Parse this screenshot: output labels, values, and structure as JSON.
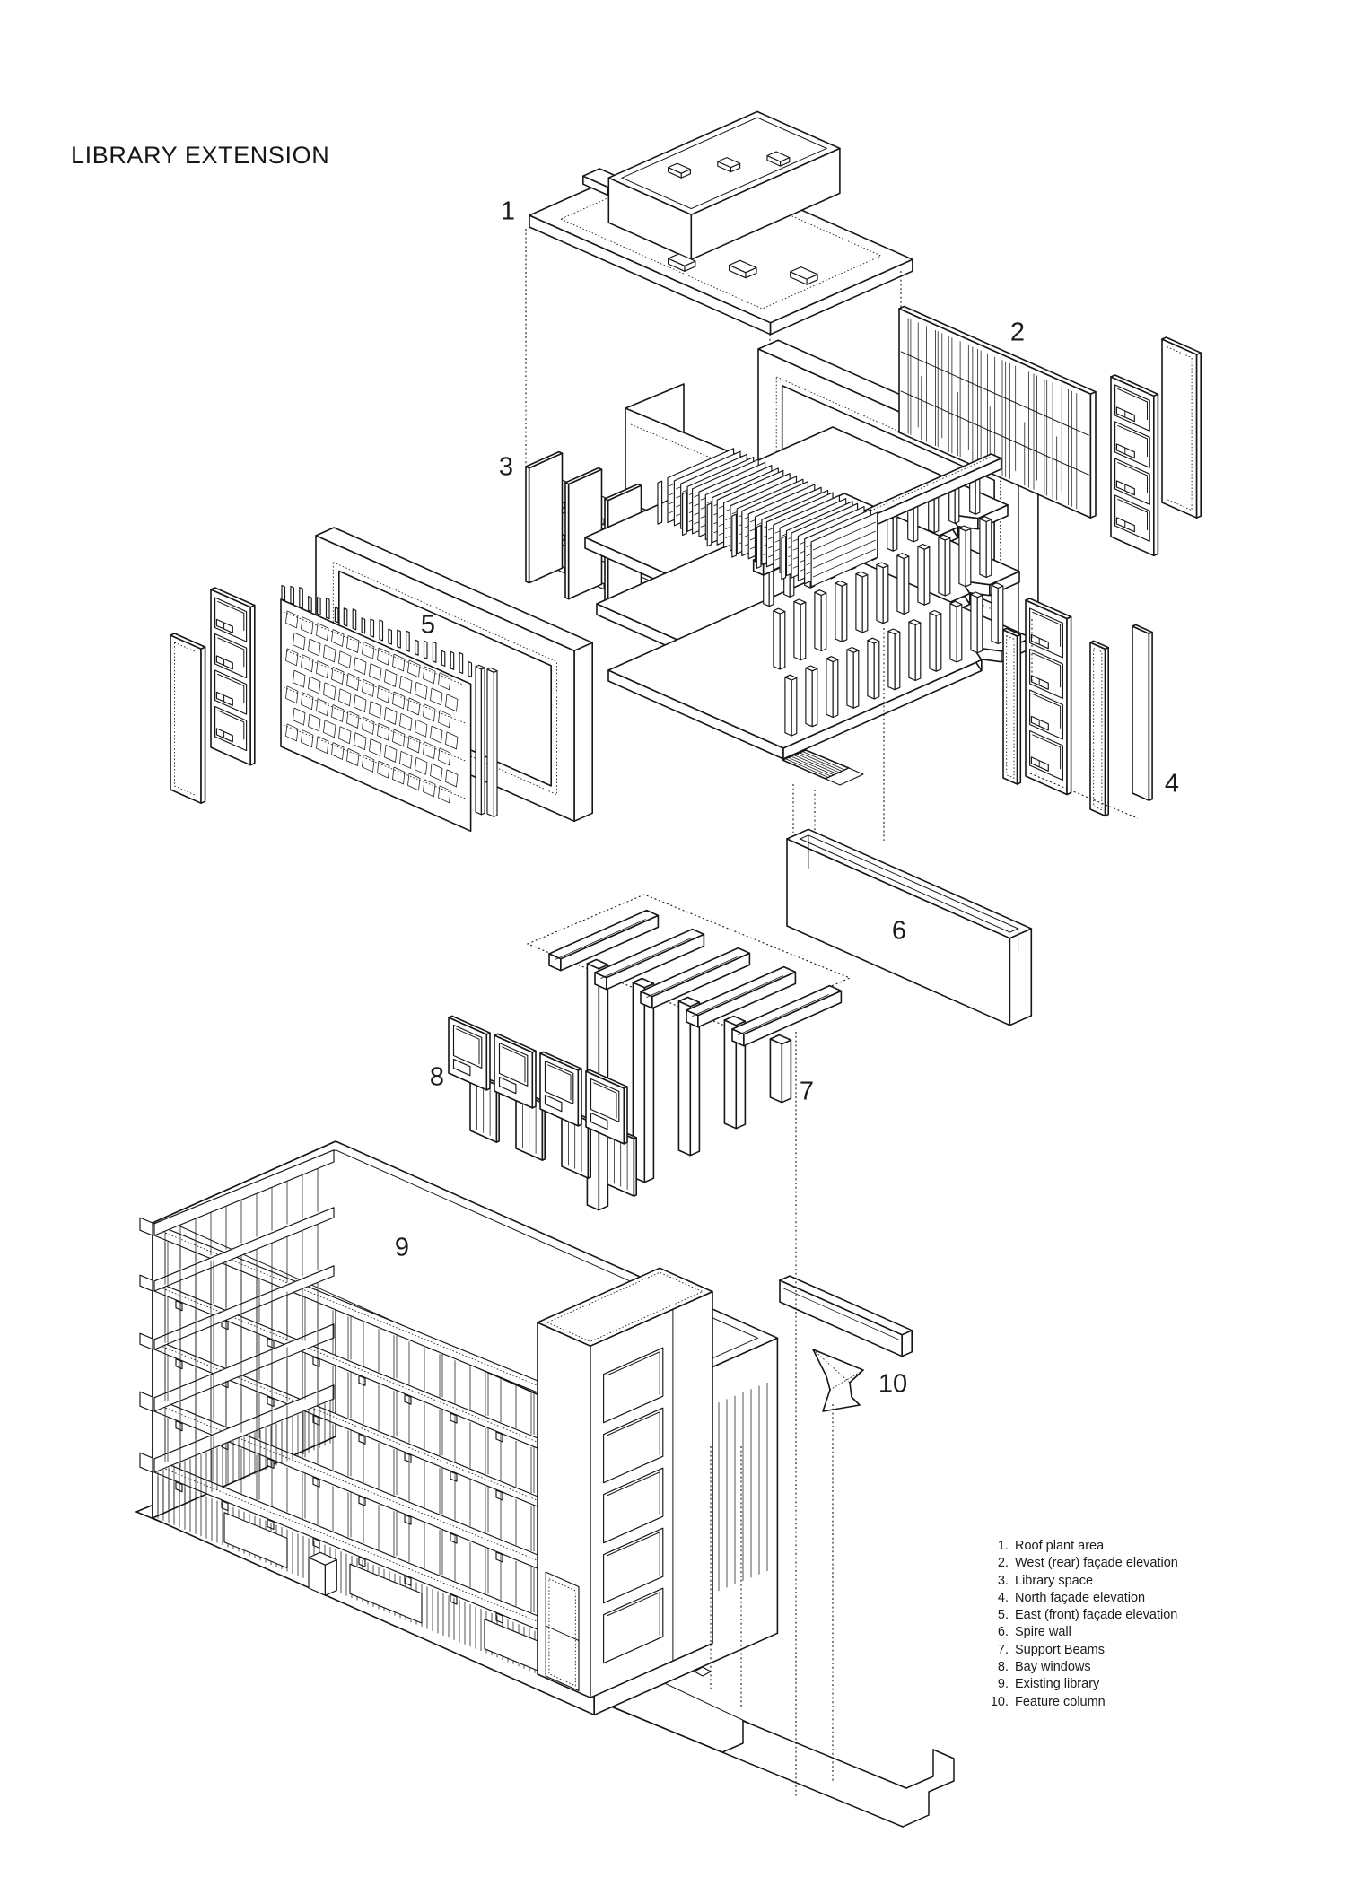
{
  "title": "LIBRARY EXTENSION",
  "drawing": {
    "description": "Exploded axonometric diagram of a library extension",
    "ink_color": "#161616",
    "background_color": "#ffffff",
    "part_labels": [
      {
        "text": "1"
      },
      {
        "text": "2"
      },
      {
        "text": "3"
      },
      {
        "text": "4"
      },
      {
        "text": "5"
      },
      {
        "text": "6"
      },
      {
        "text": "7"
      },
      {
        "text": "8"
      },
      {
        "text": "9"
      },
      {
        "text": "10"
      }
    ]
  },
  "legend": {
    "items": [
      {
        "num": "1.",
        "label": "Roof plant area"
      },
      {
        "num": "2.",
        "label": "West (rear) façade elevation"
      },
      {
        "num": "3.",
        "label": "Library space"
      },
      {
        "num": "4.",
        "label": "North façade elevation"
      },
      {
        "num": "5.",
        "label": "East (front) façade elevation"
      },
      {
        "num": "6.",
        "label": "Spire wall"
      },
      {
        "num": "7.",
        "label": "Support Beams"
      },
      {
        "num": "8.",
        "label": "Bay windows"
      },
      {
        "num": "9.",
        "label": "Existing library"
      },
      {
        "num": "10.",
        "label": "Feature column"
      }
    ]
  }
}
